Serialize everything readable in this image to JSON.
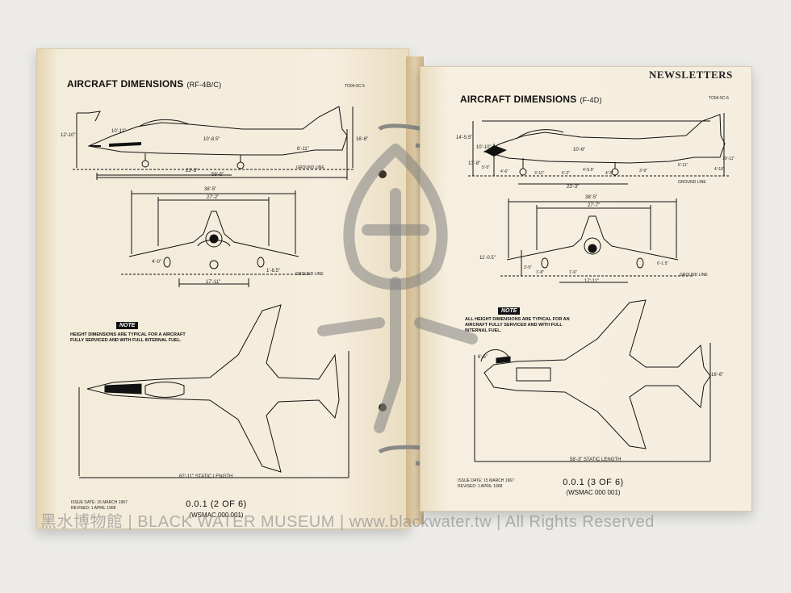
{
  "left_page": {
    "title": "AIRCRAFT DIMENSIONS",
    "model": "(RF-4B/C)",
    "doc_code": "TO04-5C-5",
    "side_dims": [
      "12'-10\"",
      "10'-11\"",
      "10'-8.5\"",
      "16'-6\"",
      "6'-11\"",
      "23'-3\"",
      "59'-5\""
    ],
    "ground_line": "GROUND LINE",
    "front_dims": [
      "38'-5\"",
      "27'-2\"",
      "4'-0\"",
      "1'-8.5\"",
      "17'-11\""
    ],
    "front_ground": "GROUND LINE",
    "note_label": "NOTE",
    "note_text": "HEIGHT DIMENSIONS ARE TYPICAL FOR A AIRCRAFT FULLY SERVICED AND WITH FULL INTERNAL FUEL.",
    "length": "62'-11\" STATIC LENGTH",
    "issue_date": "ISSUE DATE: 15 MARCH 1967",
    "revised": "REVISED: 1 APRIL 1968",
    "page_number": "0.0.1 (2 OF 6)",
    "wsmac": "(WSMAC 000 001)"
  },
  "right_page": {
    "tab": "NEWSLETTERS",
    "title": "AIRCRAFT DIMENSIONS",
    "model": "(F-4D)",
    "doc_code": "TO04-5C-5",
    "side_dims": [
      "14'-5.5\"",
      "10'-10\"",
      "13'-8\"",
      "5'-5\"",
      "4'-6\"",
      "10'-6\"",
      "4'-5.5\"",
      "3'-11\"",
      "6'-2\"",
      "4'-5\"",
      "3'-9\"",
      "6'-11\"",
      "10'-11\"",
      "4'-10\"",
      "23'-3\""
    ],
    "ground_line": "GROUND LINE",
    "front_dims": [
      "38'-5\"",
      "27'-7\"",
      "11'-0.5\"",
      "3'-5\"",
      "1'-8\"",
      "1'-6\"",
      "17'-11\"",
      "6'-1.5\""
    ],
    "front_ground": "GROUND LINE",
    "note_label": "NOTE",
    "note_text": "ALL HEIGHT DIMENSIONS ARE TYPICAL FOR AN AIRCRAFT FULLY SERVICED AND WITH FULL INTERNAL FUEL.",
    "top_dims": [
      "6'-6\"",
      "16'-6\""
    ],
    "length": "58'-3\" STATIC LENGTH",
    "issue_date": "ISSUE DATE: 15 MARCH 1967",
    "revised": "REVISED: 1 APRIL 1968",
    "page_number": "0.0.1 (3 OF 6)",
    "wsmac": "(WSMAC 000 001)"
  },
  "watermark": "黑水博物館 | BLACK WATER MUSEUM | www.blackwater.tw | All Rights Reserved"
}
